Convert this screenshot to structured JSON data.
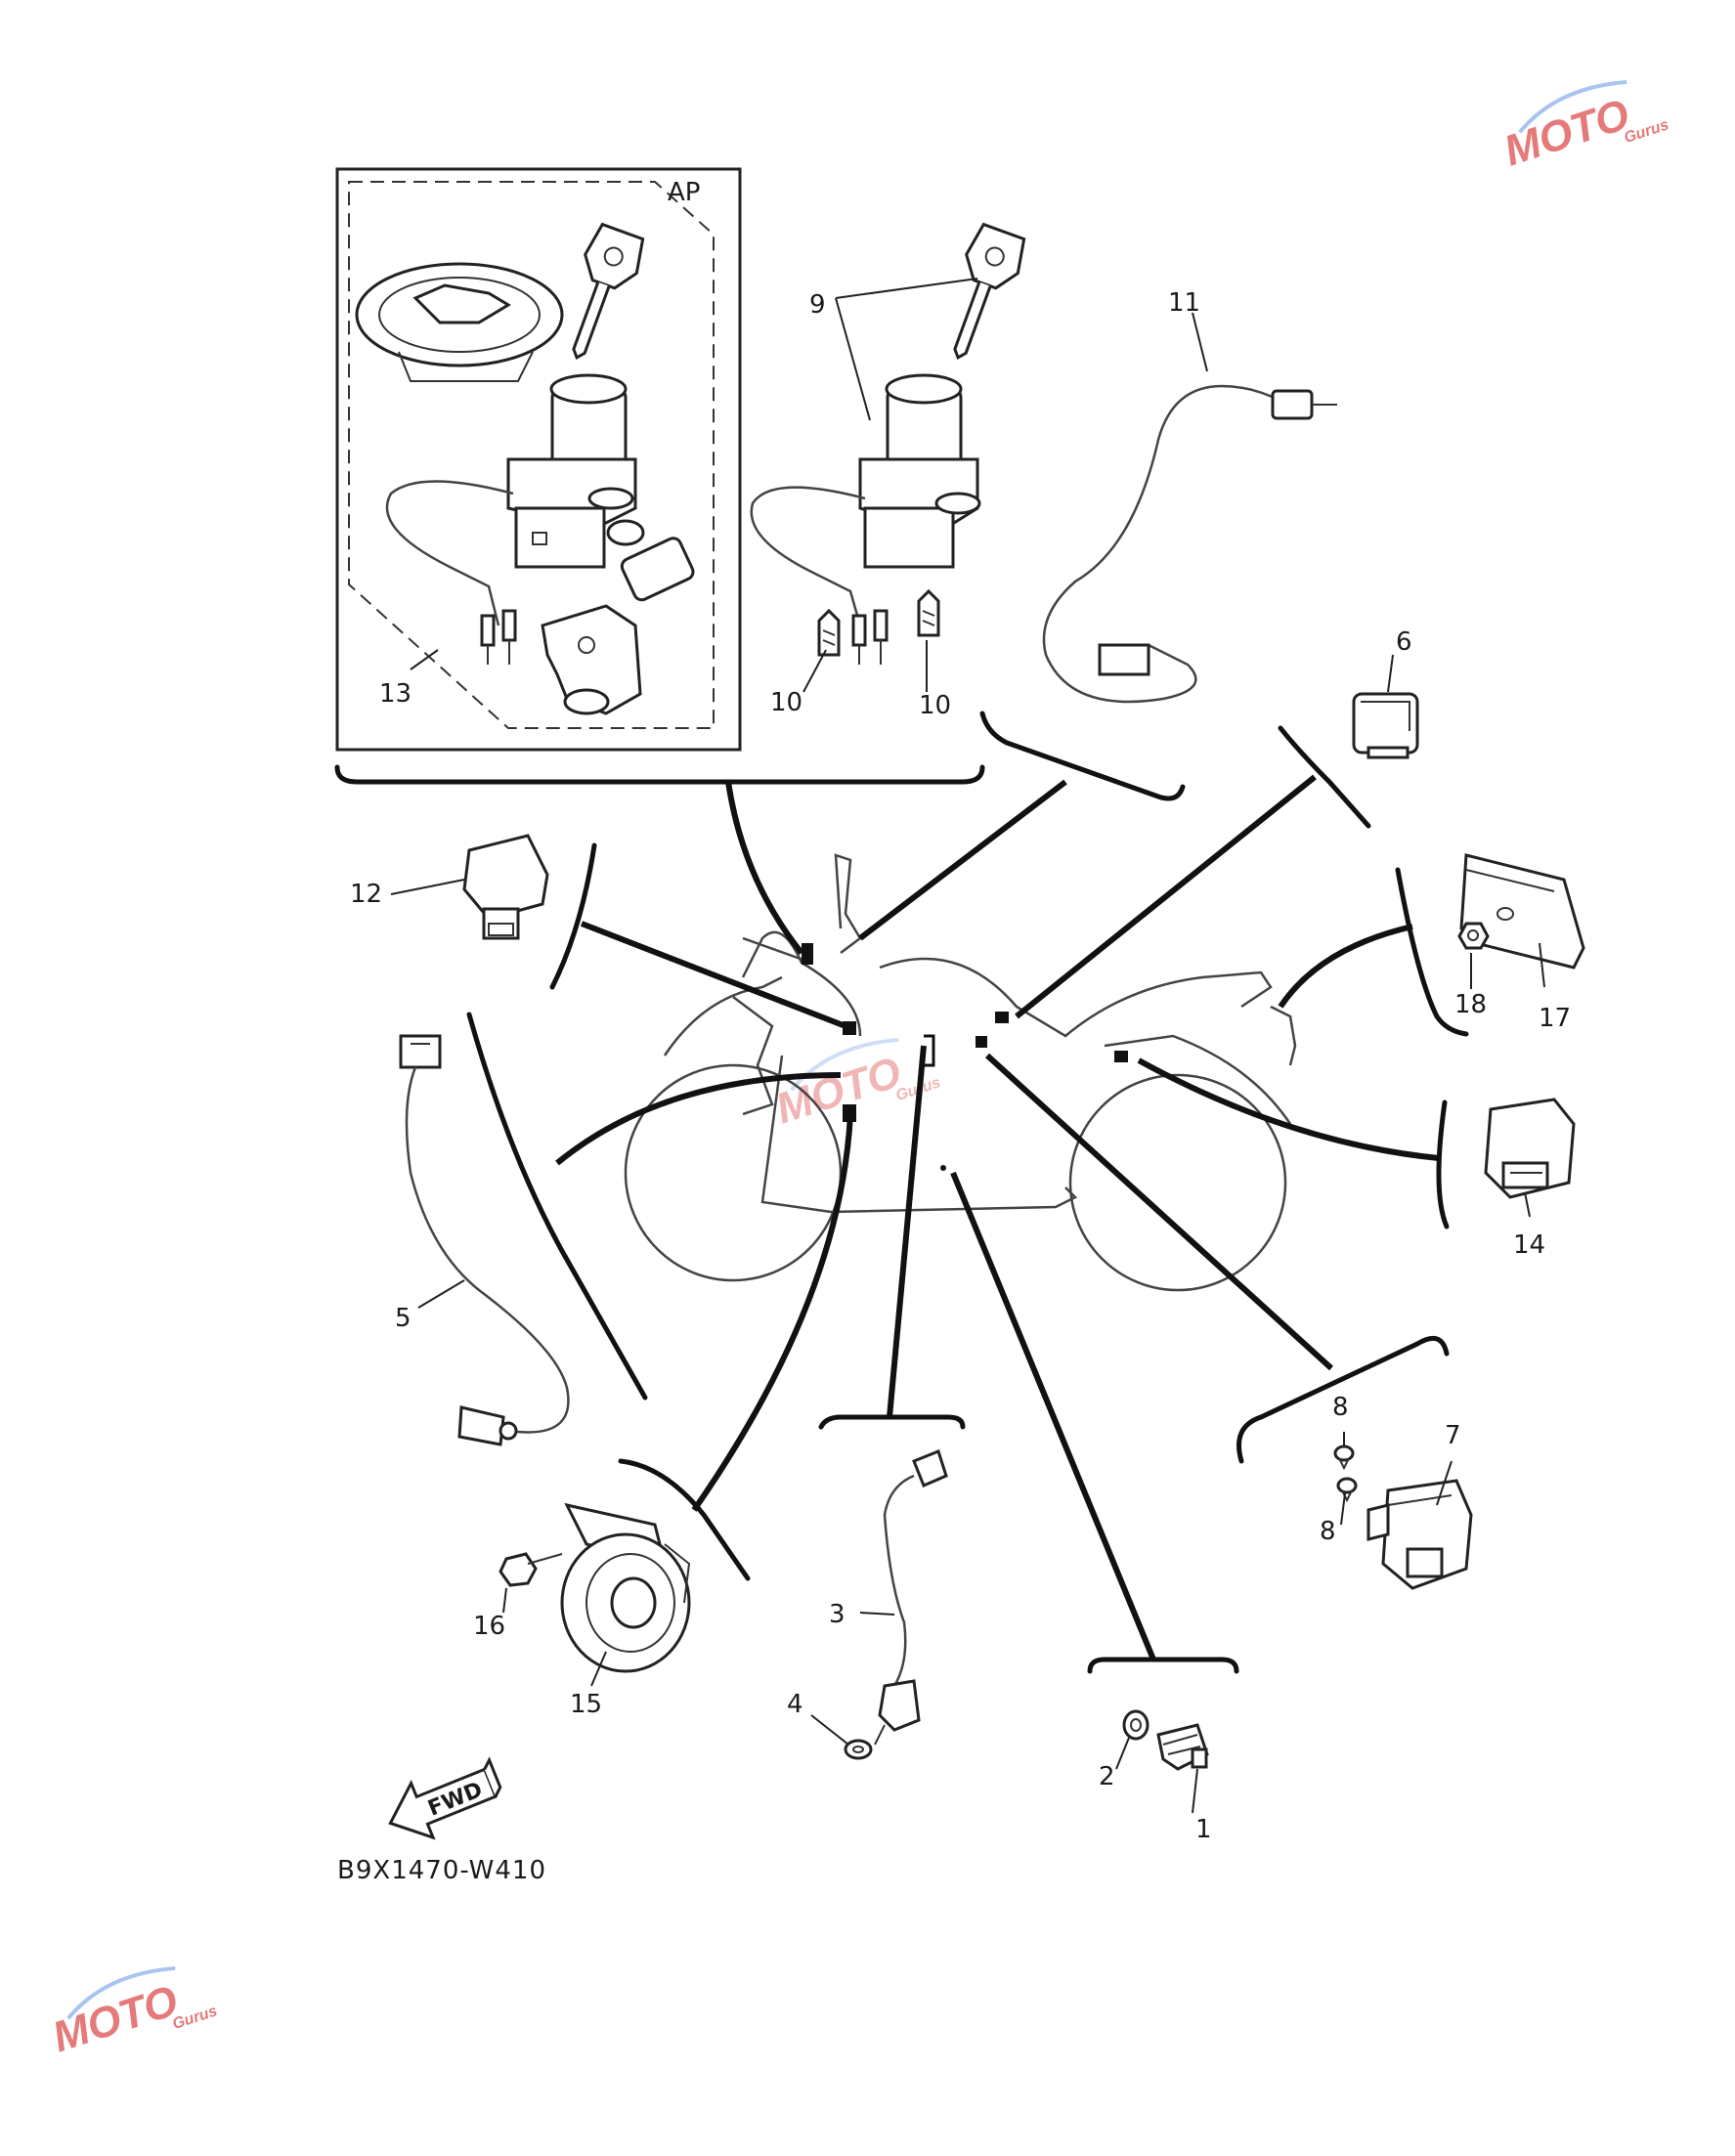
{
  "diagram": {
    "code": "B9X1470-W410",
    "inset_label": "AP",
    "fwd_label": "FWD",
    "watermark": {
      "brand": "MOTO",
      "sub": "Gurus"
    },
    "callouts": {
      "c1": "1",
      "c2": "2",
      "c3": "3",
      "c4": "4",
      "c5": "5",
      "c6": "6",
      "c7": "7",
      "c8a": "8",
      "c8b": "8",
      "c9": "9",
      "c10a": "10",
      "c10b": "10",
      "c11": "11",
      "c12": "12",
      "c13": "13",
      "c14": "14",
      "c15": "15",
      "c16": "16",
      "c17": "17",
      "c18": "18"
    }
  }
}
